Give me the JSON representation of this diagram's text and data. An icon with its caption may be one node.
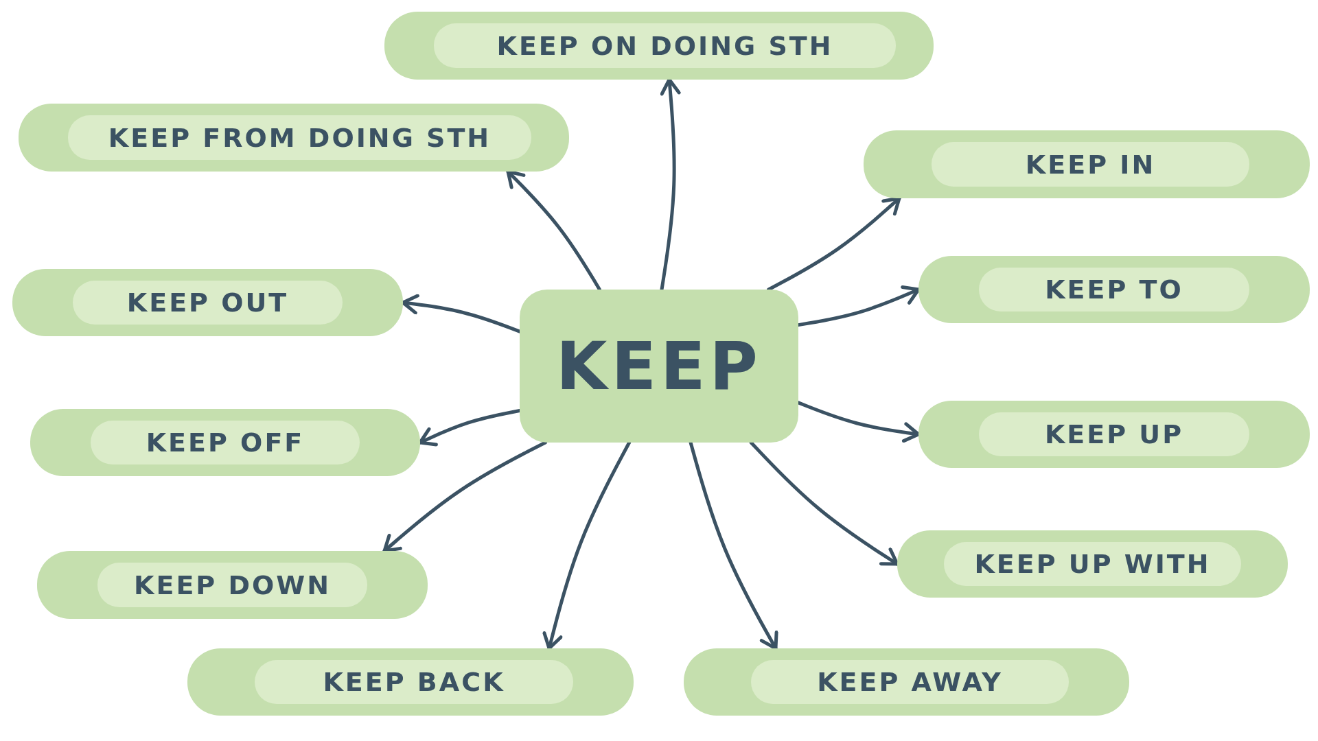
{
  "diagram": {
    "nodes": [
      {
        "text": [
          "KEEP"
        ]
      },
      {
        "text": [
          "KEEP ON DOING STH"
        ]
      },
      {
        "text": [
          "KEEP IN"
        ]
      },
      {
        "text": [
          "KEEP TO"
        ]
      },
      {
        "text": [
          "KEEP UP"
        ]
      },
      {
        "text": [
          "KEEP UP WITH"
        ]
      },
      {
        "text": [
          "KEEP AWAY"
        ]
      },
      {
        "text": [
          "KEEP BACK"
        ]
      },
      {
        "text": [
          "KEEP DOWN"
        ]
      },
      {
        "text": [
          "KEEP OFF"
        ]
      },
      {
        "text": [
          "KEEP OUT"
        ]
      },
      {
        "text": [
          "KEEP FROM DOING STH"
        ]
      }
    ],
    "edges": [
      {
        "from": 0,
        "to": 1,
        "arrow": "to"
      },
      {
        "from": 0,
        "to": 2,
        "arrow": "to"
      },
      {
        "from": 0,
        "to": 3,
        "arrow": "to"
      },
      {
        "from": 0,
        "to": 4,
        "arrow": "to"
      },
      {
        "from": 0,
        "to": 5,
        "arrow": "to"
      },
      {
        "from": 0,
        "to": 6,
        "arrow": "to"
      },
      {
        "from": 0,
        "to": 7,
        "arrow": "to"
      },
      {
        "from": 0,
        "to": 8,
        "arrow": "to"
      },
      {
        "from": 0,
        "to": 9,
        "arrow": "to"
      },
      {
        "from": 0,
        "to": 10,
        "arrow": "to"
      },
      {
        "from": 0,
        "to": 11,
        "arrow": "to"
      }
    ]
  }
}
